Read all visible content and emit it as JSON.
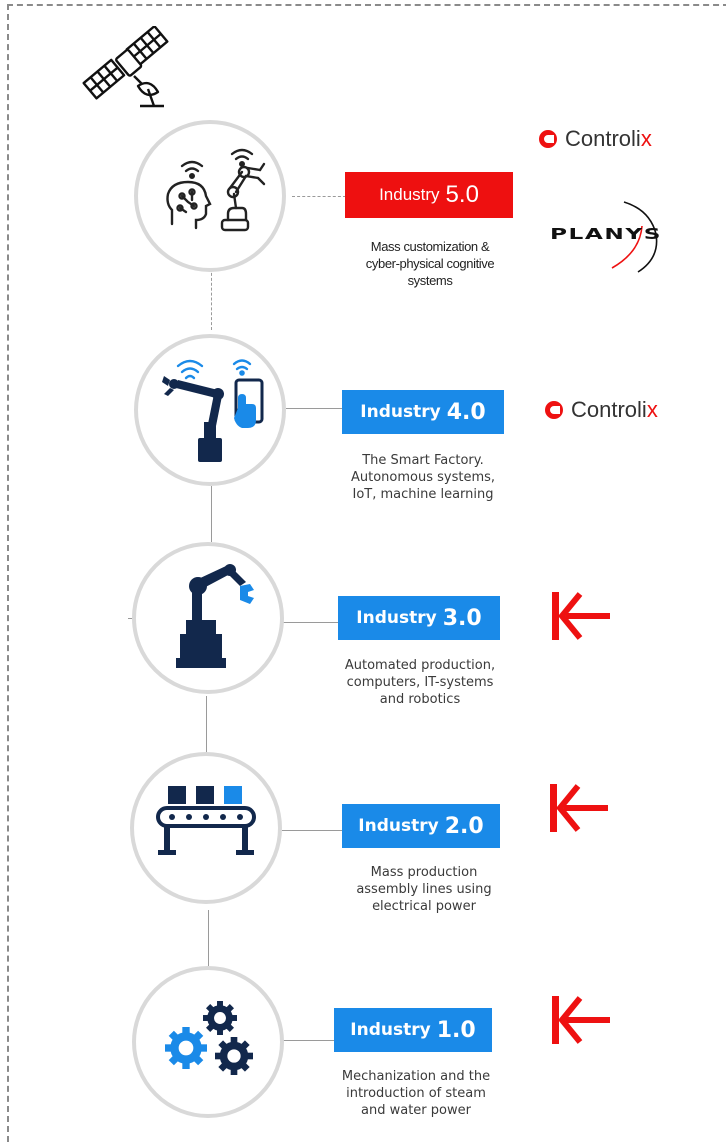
{
  "colors": {
    "red": "#ee1010",
    "blue": "#1a8ae8",
    "navy": "#12284c",
    "gray_line": "#9a9a9a",
    "circle_border": "#d9d9d9"
  },
  "stages": [
    {
      "word": "Industry",
      "number": "5.0",
      "desc_lines": [
        "Mass customization &",
        "cyber-physical cognitive",
        "systems"
      ],
      "icon": "ai-robot-arm-icon",
      "badge_color": "#ee1010"
    },
    {
      "word": "Industry",
      "number": "4.0",
      "desc_lines": [
        "The Smart Factory.",
        "Autonomous systems,",
        "IoT, machine learning"
      ],
      "icon": "wireless-robot-tablet-icon",
      "badge_color": "#1a8ae8"
    },
    {
      "word": "Industry",
      "number": "3.0",
      "desc_lines": [
        "Automated production,",
        "computers, IT-systems",
        "and robotics"
      ],
      "icon": "robot-arm-icon",
      "badge_color": "#1a8ae8"
    },
    {
      "word": "Industry",
      "number": "2.0",
      "desc_lines": [
        "Mass production",
        "assembly lines using",
        "electrical power"
      ],
      "icon": "conveyor-belt-icon",
      "badge_color": "#1a8ae8"
    },
    {
      "word": "Industry",
      "number": "1.0",
      "desc_lines": [
        "Mechanization and the",
        "introduction of steam",
        "and water power"
      ],
      "icon": "gears-icon",
      "badge_color": "#1a8ae8"
    }
  ],
  "logos": {
    "controlix_main": "Controli",
    "controlix_accent": "x",
    "planys": "PLANYS"
  },
  "satellite_icon": "satellite-icon"
}
